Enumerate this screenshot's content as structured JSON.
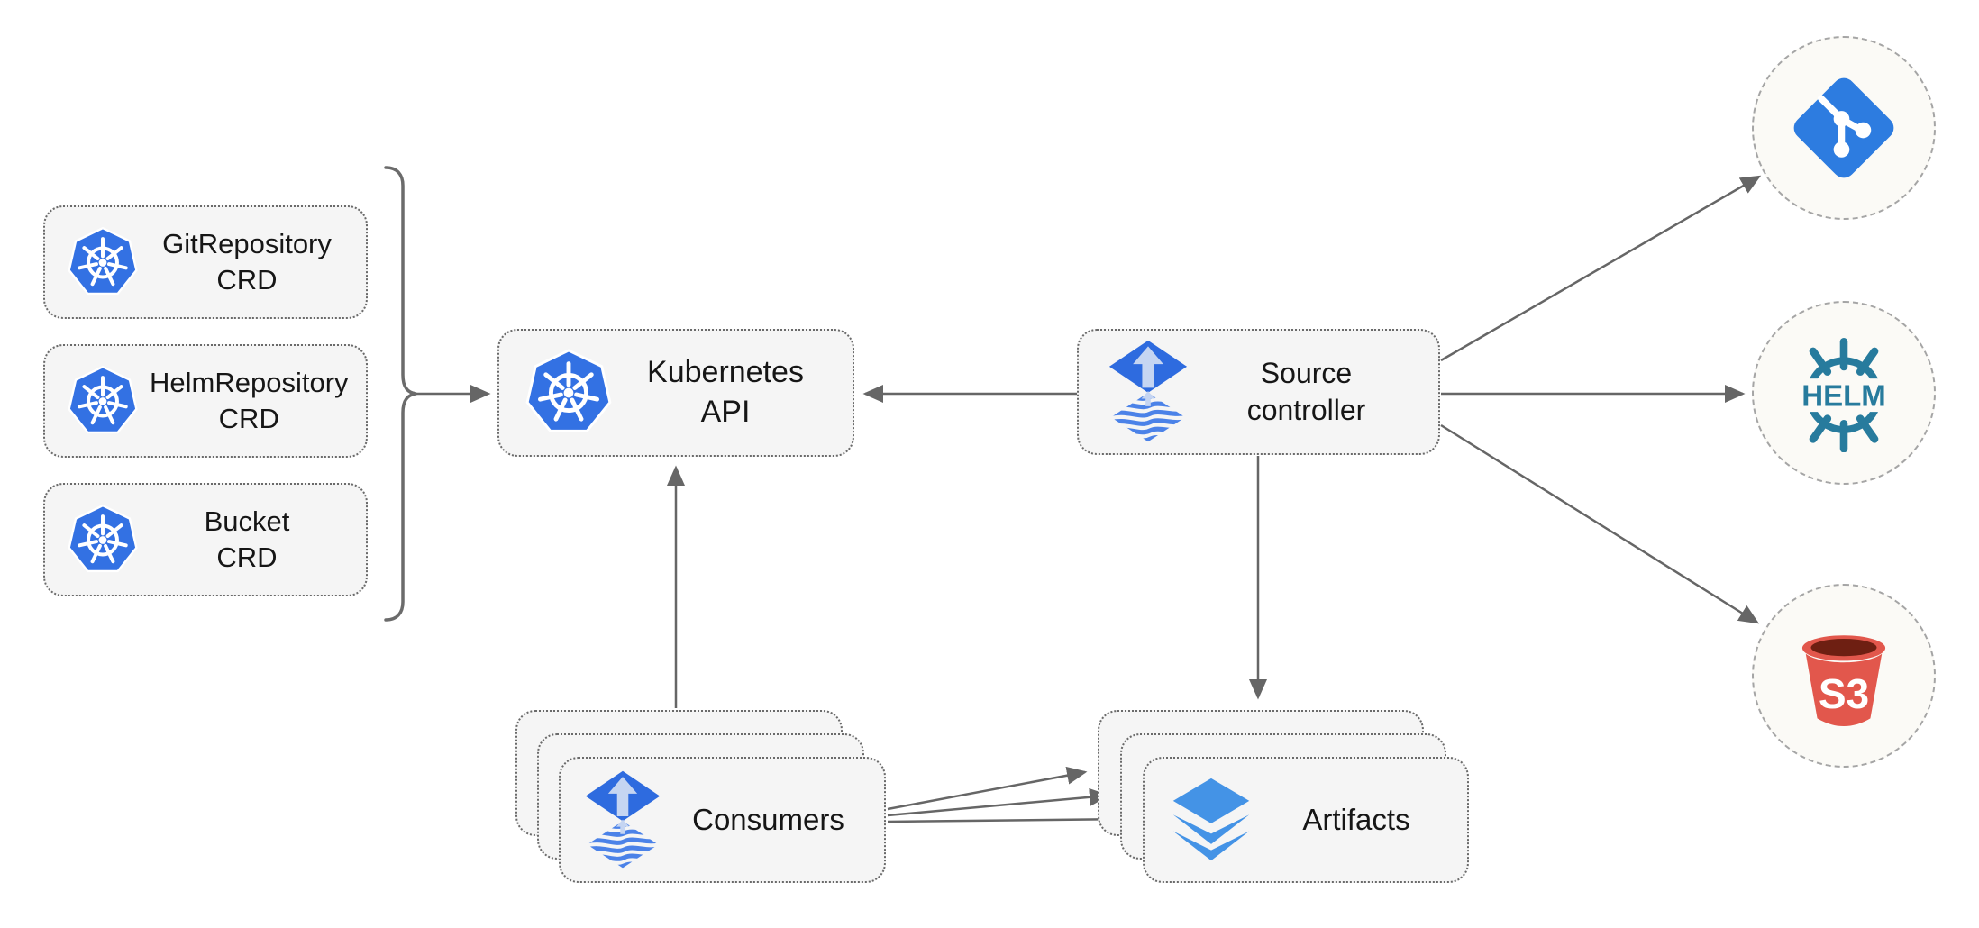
{
  "diagram": {
    "crd_boxes": [
      {
        "line1": "GitRepository",
        "line2": "CRD"
      },
      {
        "line1": "HelmRepository",
        "line2": "CRD"
      },
      {
        "line1": "Bucket",
        "line2": "CRD"
      }
    ],
    "kubernetes_api_label": "Kubernetes API",
    "source_controller": {
      "line1": "Source",
      "line2": "controller"
    },
    "consumers_label": "Consumers",
    "artifacts_label": "Artifacts",
    "helm_logo_text": "HELM",
    "s3_logo_text": "S3",
    "colors": {
      "kubernetes_blue": "#3371e3",
      "flux_blue": "#2e6bdf",
      "flux_wave_blue": "#4b82e8",
      "git_blue": "#2d7ce0",
      "helm_teal": "#277b9d",
      "s3_red": "#e2574c",
      "s3_dark_red": "#6e1f12",
      "node_fill": "#f5f5f5",
      "connector_gray": "#666666"
    }
  }
}
